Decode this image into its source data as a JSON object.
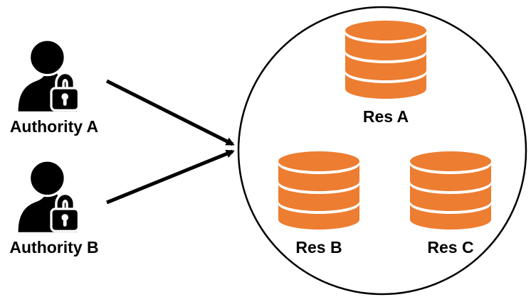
{
  "colors": {
    "resource_fill": "#ED7D31",
    "line": "#000000",
    "background": "#FFFFFF"
  },
  "authorities": [
    {
      "label": "Authority A",
      "icon": "person-with-padlock-icon"
    },
    {
      "label": "Authority B",
      "icon": "person-with-padlock-icon"
    }
  ],
  "resources": [
    {
      "label": "Res A",
      "icon": "database-icon"
    },
    {
      "label": "Res B",
      "icon": "database-icon"
    },
    {
      "label": "Res C",
      "icon": "database-icon"
    }
  ],
  "connectors": [
    {
      "from": "Authority A",
      "to": "resource-domain-circle",
      "style": "arrow"
    },
    {
      "from": "Authority B",
      "to": "resource-domain-circle",
      "style": "arrow"
    }
  ]
}
